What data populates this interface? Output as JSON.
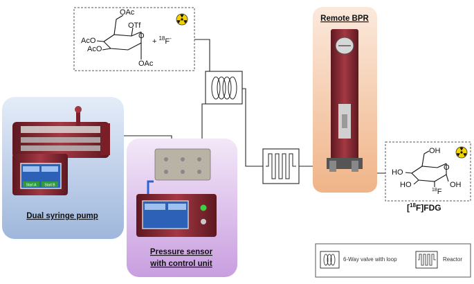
{
  "precursor": {
    "groups": [
      "OAc",
      "OTf",
      "AcO",
      "AcO",
      "O",
      "OAc"
    ],
    "plus_reagent": "+ ",
    "isotope_mass": "18",
    "fluoride": "F",
    "charge": "-"
  },
  "product": {
    "groups": [
      "OH",
      "HO",
      "HO",
      "O",
      "OH"
    ],
    "f_mass": "18",
    "f_symbol": "F",
    "label_open": "[",
    "label_mass": "18",
    "label_rest": "F]FDG"
  },
  "labels": {
    "remote_bpr": "Remote BPR",
    "dual_pump": "Dual syringe pump",
    "pressure_line1": "Pressure sensor",
    "pressure_line2": "with control unit"
  },
  "pump_screen": {
    "button_a": "Start A",
    "button_b": "Start B"
  },
  "legend": {
    "valve_label": "6-Way valve with loop",
    "reactor_label": "Reactor"
  },
  "colors": {
    "pump_panel": "#c9d8ef",
    "sensor_panel": "#e2c8f0",
    "bpr_panel": "#f6d4bd",
    "device_red": "#8e2a33",
    "radiation": "#f2d200"
  }
}
